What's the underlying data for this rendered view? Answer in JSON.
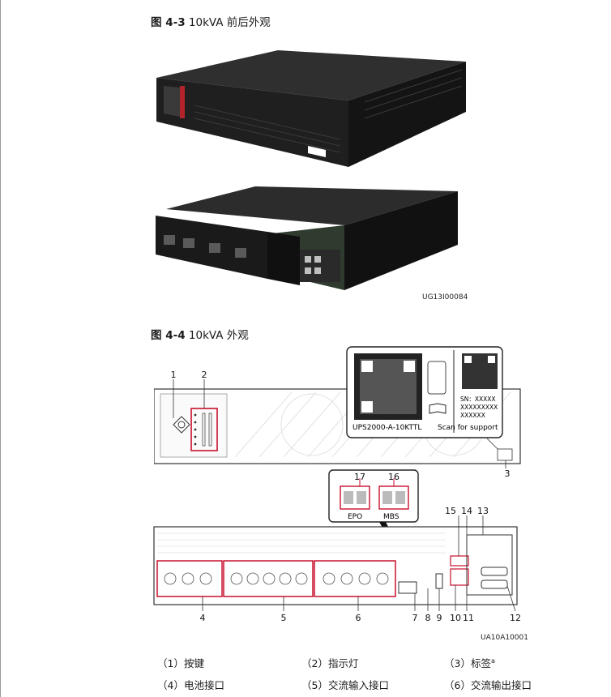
{
  "figure43": {
    "label": "图 4-3",
    "title": "10kVA 前后外观",
    "code": "UG13I00084"
  },
  "figure44": {
    "label": "图 4-4",
    "title": "10kVA 外观",
    "code": "UA10A10001"
  },
  "label_card": {
    "model": "UPS2000-A-10KTTL",
    "scan": "Scan for support",
    "sn1": "SN：XXXXX",
    "sn2": "XXXXXXXXX",
    "sn3": "XXXXXX"
  },
  "ports": {
    "epo": "EPO",
    "mbs": "MBS"
  },
  "callouts": [
    "1",
    "2",
    "3",
    "4",
    "5",
    "6",
    "7",
    "8",
    "9",
    "10",
    "11",
    "12",
    "13",
    "14",
    "15",
    "16",
    "17"
  ],
  "legend": [
    {
      "num": "（1）",
      "text": "按键"
    },
    {
      "num": "（2）",
      "text": "指示灯"
    },
    {
      "num": "（3）",
      "text": "标签",
      "sup": "a"
    },
    {
      "num": "（4）",
      "text": "电池接口"
    },
    {
      "num": "（5）",
      "text": "交流输入接口"
    },
    {
      "num": "（6）",
      "text": "交流输出接口"
    }
  ]
}
